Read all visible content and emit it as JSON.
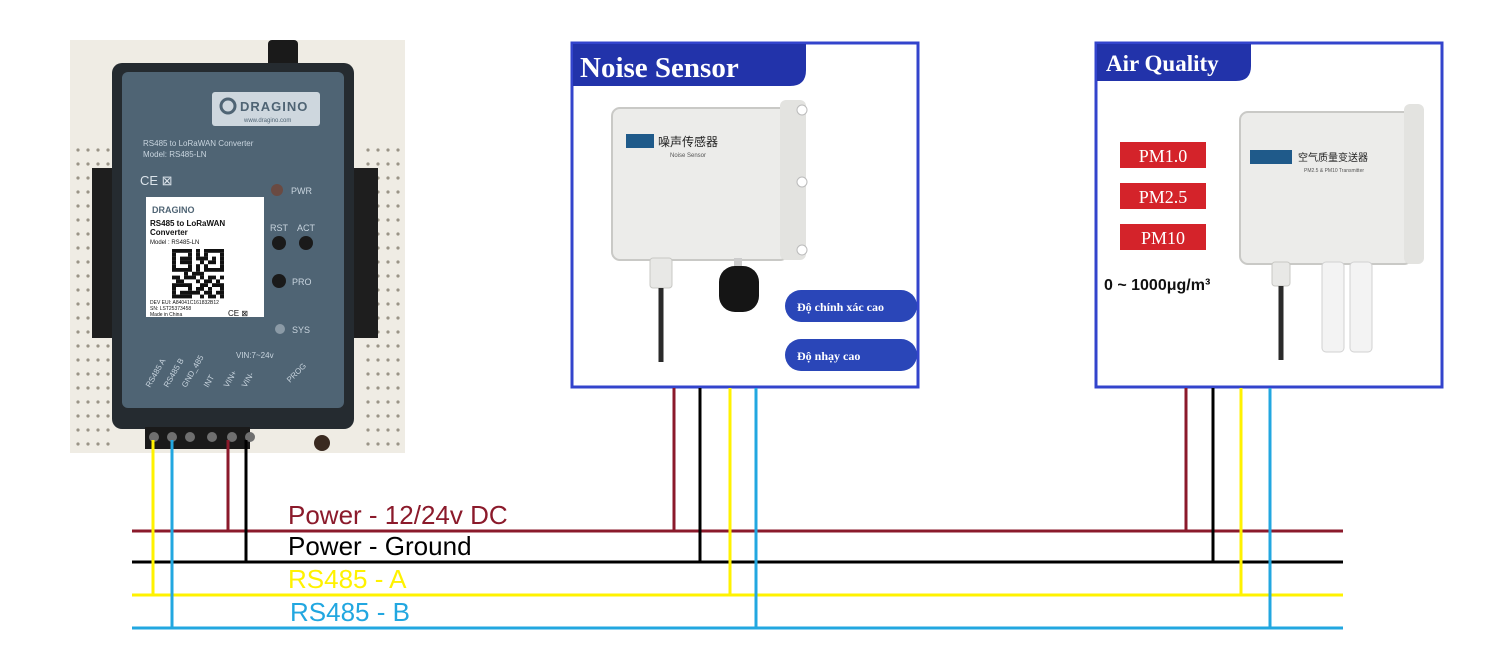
{
  "bus_labels": {
    "power": "Power - 12/24v DC",
    "ground": "Power - Ground",
    "rs485_a": "RS485 - A",
    "rs485_b": "RS485 - B"
  },
  "colors": {
    "power": "#8b1a2b",
    "ground": "#000000",
    "rs485_a": "#fff200",
    "rs485_b": "#22a7e0",
    "panel_border": "#3344cc"
  },
  "converter": {
    "brand": "DRAGINO",
    "website": "www.dragino.com",
    "title_line1": "RS485 to LoRaWAN Converter",
    "title_line2": "Model: RS485-LN",
    "marks": "CE ⊠",
    "led_pwr": "PWR",
    "btn_rst": "RST",
    "led_act": "ACT",
    "btn_pro": "PRO",
    "led_sys": "SYS",
    "label": {
      "brand": "DRAGINO",
      "line1": "RS485 to LoRaWAN",
      "line2": "Converter",
      "model": "Model : RS485-LN",
      "dev_eui": "DEV EUI:  A84041C161832B12",
      "sn": "SN:  LST25373458",
      "made_in": "Made in China",
      "marks": "CE ⊠"
    },
    "terminals": [
      "RS485 A",
      "RS485 B",
      "GND_485",
      "INT",
      "VIN+",
      "VIN-"
    ],
    "vin_range": "VIN:7~24v",
    "prog": "PROG"
  },
  "noise_sensor": {
    "title": "Noise Sensor",
    "device_label_cn": "噪声传感器",
    "device_label_en": "Noise Sensor",
    "badge_precision": "Độ chính xác cao",
    "badge_sensitivity": "Độ nhạy cao"
  },
  "air_quality": {
    "title": "Air Quality",
    "pm_tags": [
      "PM1.0",
      "PM2.5",
      "PM10"
    ],
    "range": "0 ~ 1000μg/m³",
    "device_label_cn": "空气质量变送器",
    "device_label_en": "PM2.5 & PM10 Transmitter"
  }
}
